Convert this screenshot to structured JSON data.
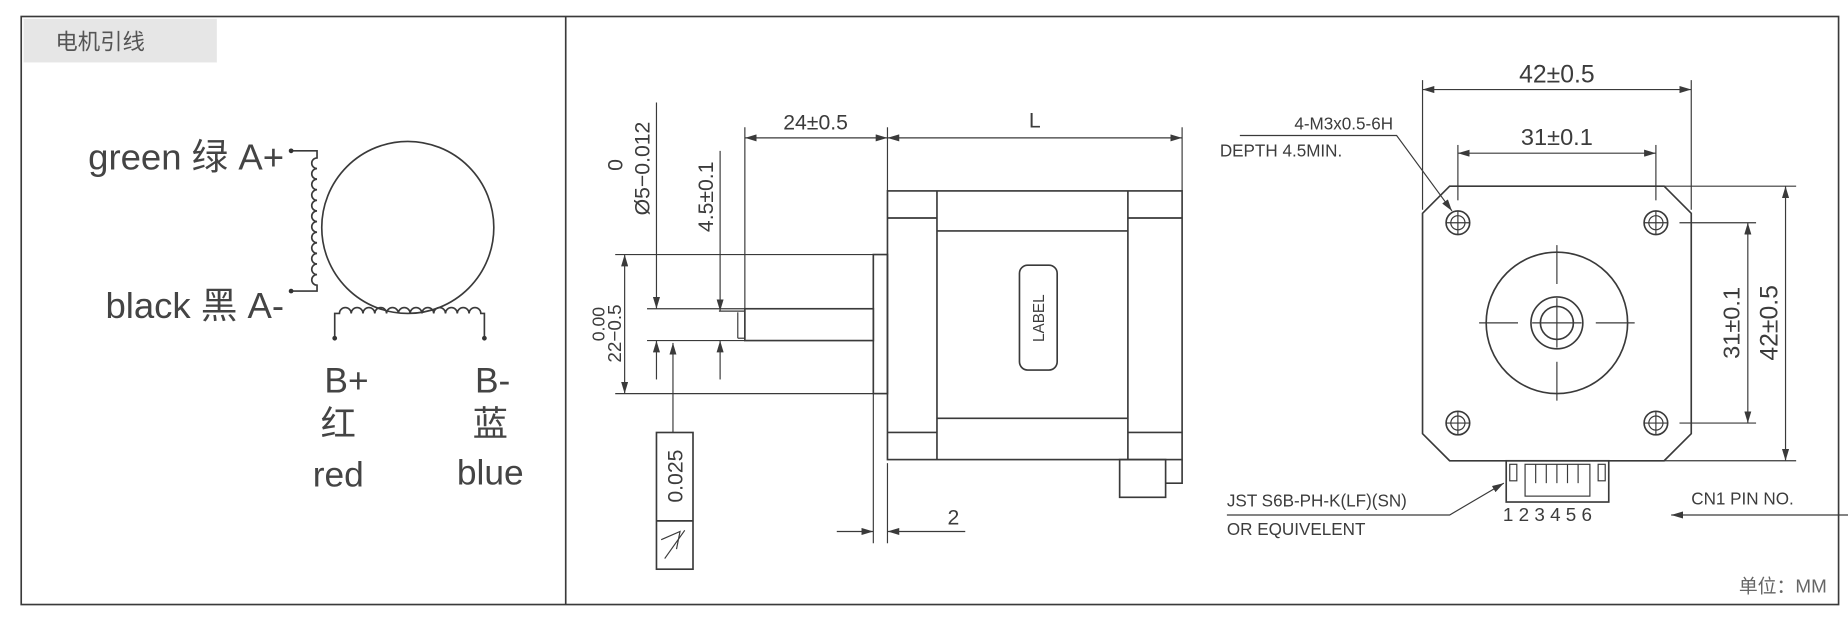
{
  "title": "电机引线",
  "wiring": {
    "a_plus": "green 绿 A+",
    "a_minus": "black 黑 A-",
    "b_plus": {
      "pin": "B+",
      "cn": "红",
      "en": "red"
    },
    "b_minus": {
      "pin": "B-",
      "cn": "蓝",
      "en": "blue"
    }
  },
  "side_view": {
    "shaft_diameter": {
      "nominal": "Ø5−0.012",
      "upper": "0"
    },
    "flat_depth": "4.5±0.1",
    "boss_diameter": {
      "nominal": "22−0.5",
      "upper": "0.00"
    },
    "runout": "0.025",
    "runout_icon": "runout-arrow-icon",
    "shaft_length": "24±0.5",
    "body_length": "L",
    "boss_height": "2",
    "label": "LABEL"
  },
  "front_view": {
    "width": "42±0.5",
    "hole_spacing_h": "31±0.1",
    "height": "42±0.5",
    "hole_spacing_v": "31±0.1",
    "thread_note": [
      "4-M3x0.5-6H",
      "DEPTH 4.5MIN."
    ],
    "connector_note": [
      "JST S6B-PH-K(LF)(SN)",
      "OR EQUIVELENT"
    ],
    "pin_numbers": "1 2 3 4 5 6",
    "pin_label": "CN1 PIN NO."
  },
  "units": "单位：MM",
  "colors": {
    "line": "#3a3a3a",
    "title_bg": "#e6e6e6",
    "text": "#3c3c3c"
  }
}
